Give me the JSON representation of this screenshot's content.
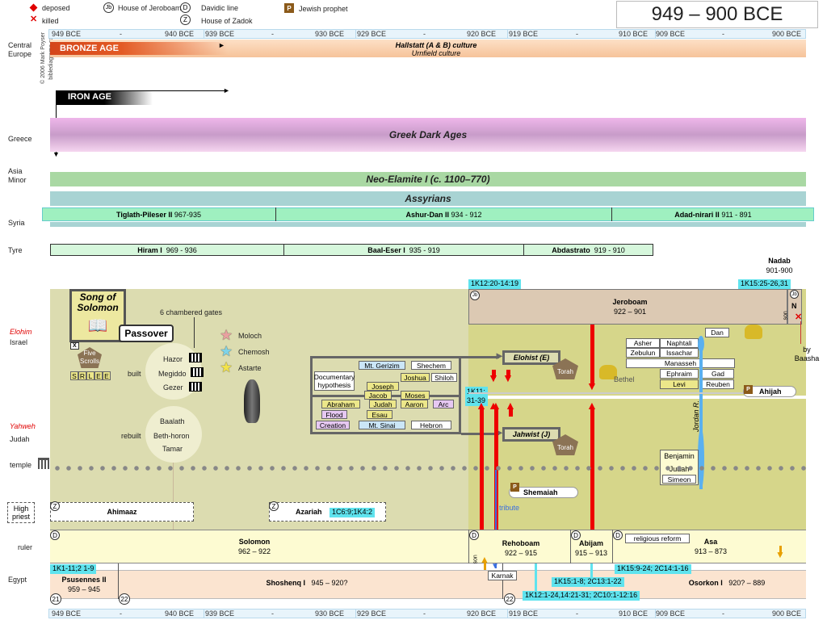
{
  "legend": {
    "deposed": "deposed",
    "killed": "killed",
    "jeroboam_mark": "Jb",
    "jeroboam": "House of Jeroboam",
    "davidic_mark": "D",
    "davidic": "Davidic line",
    "zadok_mark": "Z",
    "zadok": "House of Zadok",
    "prophet_mark": "P",
    "prophet": "Jewish prophet"
  },
  "title": "949 – 900 BCE",
  "copyright": "© 2006 Mark Poyser",
  "site": "biblediagrams.com",
  "scale_top": [
    "949 BCE",
    "-",
    "940 BCE",
    "939 BCE",
    "-",
    "930 BCE",
    "929 BCE",
    "-",
    "920 BCE",
    "919 BCE",
    "-",
    "910 BCE",
    "909 BCE",
    "-",
    "900 BCE"
  ],
  "scale_bottom": [
    "949 BCE",
    "-",
    "940 BCE",
    "939 BCE",
    "-",
    "930 BCE",
    "929 BCE",
    "-",
    "920 BCE",
    "919 BCE",
    "-",
    "910 BCE",
    "909 BCE",
    "-",
    "900 BCE"
  ],
  "rows": {
    "central_europe": "Central Europe",
    "greece": "Greece",
    "asia_minor": "Asia Minor",
    "syria": "Syria",
    "tyre": "Tyre",
    "elohim": "Elohim",
    "israel": "Israel",
    "yahweh": "Yahweh",
    "judah": "Judah",
    "temple": "temple",
    "high_priest": "High priest",
    "ruler": "ruler",
    "egypt": "Egypt"
  },
  "bands": {
    "bronze_age": "BRONZE AGE",
    "hallstatt": "Hallstatt (A & B) culture",
    "urnfield": "Urnfield culture",
    "iron_age": "IRON AGE",
    "greek_dark": "Greek Dark Ages",
    "neo_elamite": "Neo-Elamite I (c. 1100–770)",
    "assyrians": "Assyrians"
  },
  "assyria": [
    {
      "name": "Tiglath-Pileser II",
      "dates": "967-935"
    },
    {
      "name": "Ashur-Dan II",
      "dates": "934 - 912"
    },
    {
      "name": "Adad-nirari II",
      "dates": "911 - 891"
    }
  ],
  "tyre_kings": [
    {
      "name": "Hiram I",
      "dates": "969 - 936"
    },
    {
      "name": "Baal-Eser I",
      "dates": "935 - 919"
    },
    {
      "name": "Abdastrato",
      "dates": "919 - 910"
    }
  ],
  "solomon_block": {
    "song": "Song of Solomon",
    "passover": "Passover",
    "five_scrolls": "Five Scrolls",
    "scroll_letters": [
      "S",
      "R",
      "L",
      "E",
      "E"
    ],
    "x_mark": "X",
    "gates_label": "6 chambered gates",
    "built": "built",
    "rebuilt": "rebuilt",
    "built_cities": [
      "Hazor",
      "Megiddo",
      "Gezer"
    ],
    "rebuilt_cities": [
      "Baalath",
      "Beth-horon",
      "Tamar"
    ],
    "gods": [
      "Moloch",
      "Chemosh",
      "Astarte"
    ]
  },
  "docs": {
    "hypothesis": "Documentary hypothesis",
    "items": [
      "Mt. Gerizim",
      "Shechem",
      "Joshua",
      "Shiloh",
      "Joseph",
      "Jacob",
      "Moses",
      "Abraham",
      "Judah",
      "Aaron",
      "Arc",
      "Flood",
      "Esau",
      "Creation",
      "Mt. Sinai",
      "Hebron"
    ],
    "elohist": "Elohist (E)",
    "jahwist": "Jahwist (J)",
    "torah": "Torah"
  },
  "refs": {
    "r1": "1K12:20-14:19",
    "r2": "1K15:25-26,31",
    "r3": "1K11: 31-39",
    "r4": "1C6:9;1K4:2",
    "r5": "1K1-11;2 1-9",
    "r6": "1K15:9-24; 2C14:1-16",
    "r7": "1K15:1-8; 2C13:1-22",
    "r8": "1K12:1-24,14:21-31; 2C10:1-12:16"
  },
  "israel": {
    "nadab": "Nadab",
    "nadab_dates": "901-900",
    "jeroboam": "Jeroboam",
    "jeroboam_dates": "922 – 901",
    "n_mark": "N",
    "son": "son",
    "by_baasha": "by Baasha",
    "tribes_north": [
      "Dan",
      "Asher",
      "Naphtali",
      "Zebulun",
      "Issachar",
      "Manasseh",
      "Ephraim",
      "Gad",
      "Levi",
      "Reuben"
    ],
    "tribes_south": [
      "Benjamin",
      "Judah",
      "Simeon"
    ],
    "bethel": "Bethel",
    "jordan": "Jordan R.",
    "ahijah": "Ahijah",
    "shemaiah": "Shemaiah",
    "tribute": "tribute"
  },
  "priests": {
    "ahimaaz": "Ahimaaz",
    "azariah": "Azariah"
  },
  "rulers": [
    {
      "name": "Solomon",
      "dates": "962 – 922"
    },
    {
      "name": "Rehoboam",
      "dates": "922 – 915"
    },
    {
      "name": "Abijam",
      "dates": "915 – 913"
    },
    {
      "name": "Asa",
      "dates": "913 – 873"
    }
  ],
  "religious_reform": "religious reform",
  "egypt": [
    {
      "name": "Psusennes II",
      "dates": "959 – 945"
    },
    {
      "name": "Shoshenq I",
      "dates": "945 – 920?"
    },
    {
      "name": "Osorkon I",
      "dates": "920? – 889"
    }
  ],
  "dynasties": [
    "21",
    "22",
    "22"
  ],
  "karnak": "Karnak",
  "colors": {
    "bronze": "#d94a1a",
    "greek": "#d9a6d6",
    "elam": "#a9d8a3",
    "assyria": "#a8d3d3",
    "assyria_kings": "#9ff0c0",
    "tyre": "#d6f7dc",
    "israel_bg": "#dadaa8",
    "ruler_bg": "#fdfbd2",
    "egypt_bg": "#fbe4d0",
    "ref": "#5fe3ee"
  }
}
